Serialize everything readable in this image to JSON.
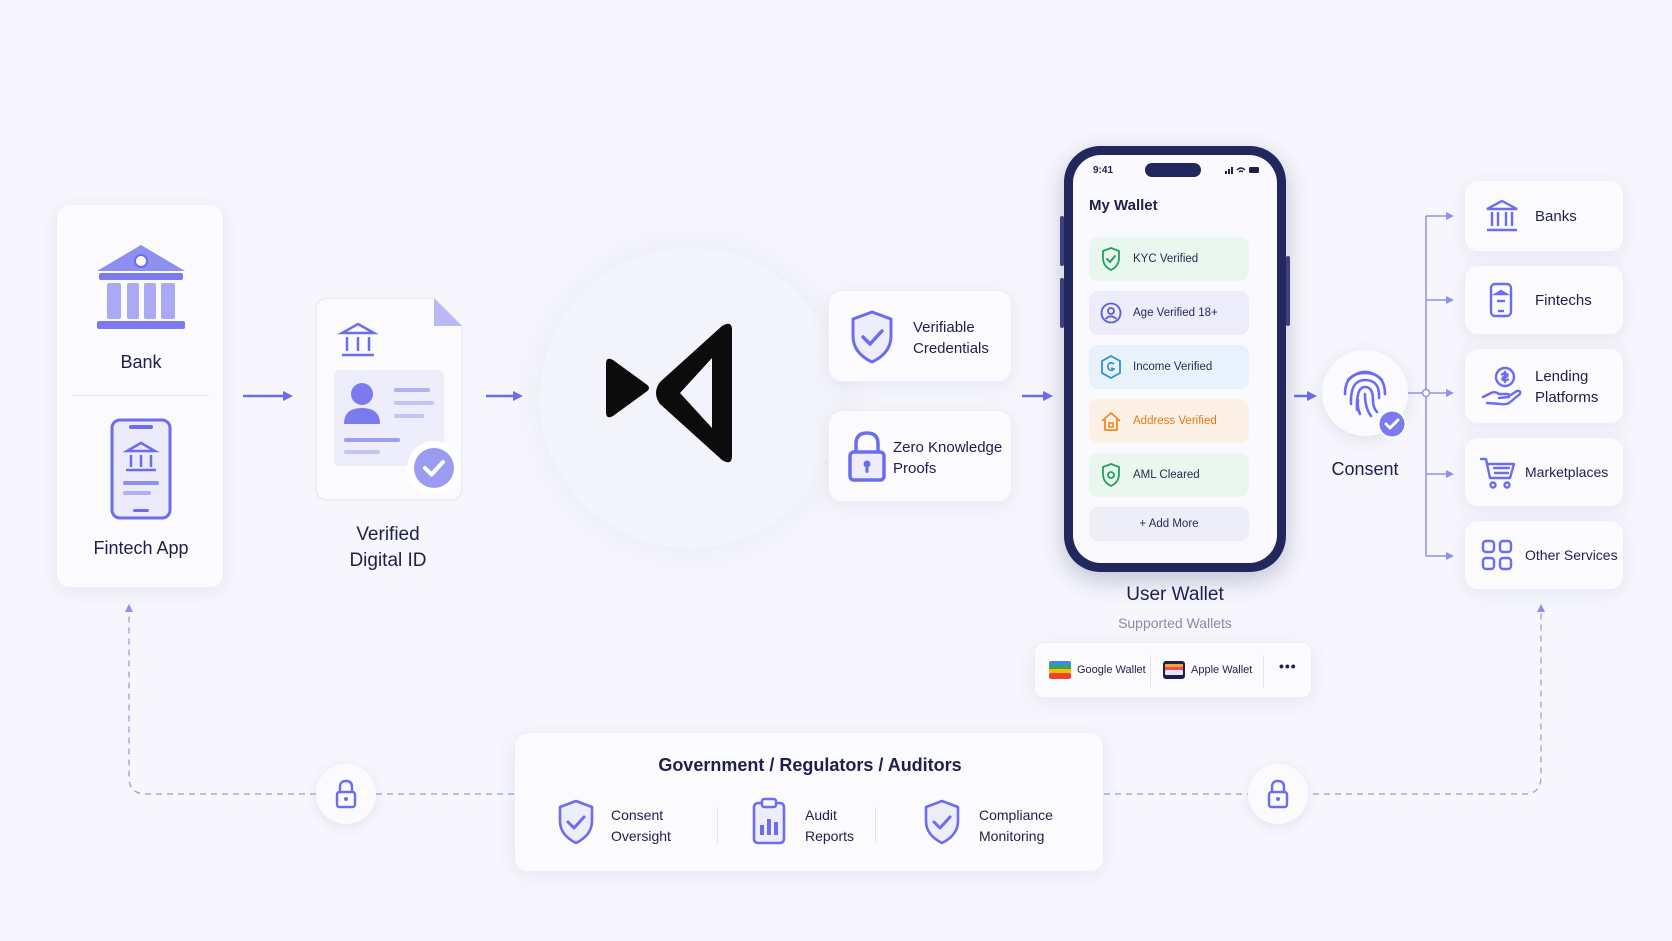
{
  "sources": {
    "bank_label": "Bank",
    "fintech_label": "Fintech App"
  },
  "digital_id": {
    "line1": "Verified",
    "line2": "Digital ID"
  },
  "features": [
    {
      "line1": "Verifiable",
      "line2": "Credentials",
      "icon": "shield-check-icon"
    },
    {
      "line1": "Zero Knowledge",
      "line2": "Proofs",
      "icon": "lock-icon"
    }
  ],
  "phone": {
    "time": "9:41",
    "title": "My Wallet",
    "items": [
      {
        "label": "KYC Verified",
        "color": "#22a35a",
        "bg": "#e9f7ee",
        "icon": "shield-check-icon"
      },
      {
        "label": "Age Verified 18+",
        "color": "#5b5bd6",
        "bg": "#ececfb",
        "icon": "user-circle-icon"
      },
      {
        "label": "Income Verified",
        "color": "#2f8fd8",
        "bg": "#e8f2fc",
        "icon": "hexagon-coin-icon"
      },
      {
        "label": "Address Verified",
        "color": "#f08a24",
        "bg": "#fdf1e6",
        "icon": "home-icon"
      },
      {
        "label": "AML Cleared",
        "color": "#22a35a",
        "bg": "#e9f7ee",
        "icon": "shield-check-icon"
      }
    ],
    "add_more": "+  Add More"
  },
  "user_wallet": {
    "title": "User Wallet",
    "subtitle": "Supported Wallets",
    "wallets": [
      "Google Wallet",
      "Apple Wallet"
    ],
    "more": "•••"
  },
  "consent_label": "Consent",
  "destinations": [
    {
      "line1": "Banks",
      "line2": "",
      "icon": "bank-icon"
    },
    {
      "line1": "Fintechs",
      "line2": "",
      "icon": "phone-icon"
    },
    {
      "line1": "Lending",
      "line2": "Platforms",
      "icon": "hand-coin-icon"
    },
    {
      "line1": "Marketplaces",
      "line2": "",
      "icon": "cart-icon"
    },
    {
      "line1": "Other Services",
      "line2": "",
      "icon": "grid-icon"
    }
  ],
  "oversight": {
    "title": "Government / Regulators / Auditors",
    "items": [
      {
        "line1": "Consent",
        "line2": "Oversight",
        "icon": "shield-check-icon"
      },
      {
        "line1": "Audit",
        "line2": "Reports",
        "icon": "clipboard-chart-icon"
      },
      {
        "line1": "Compliance",
        "line2": "Monitoring",
        "icon": "shield-check-icon"
      }
    ]
  },
  "colors": {
    "accent": "#6c6cf0",
    "dark": "#1e1f4d",
    "phone_frame": "#22285e"
  }
}
